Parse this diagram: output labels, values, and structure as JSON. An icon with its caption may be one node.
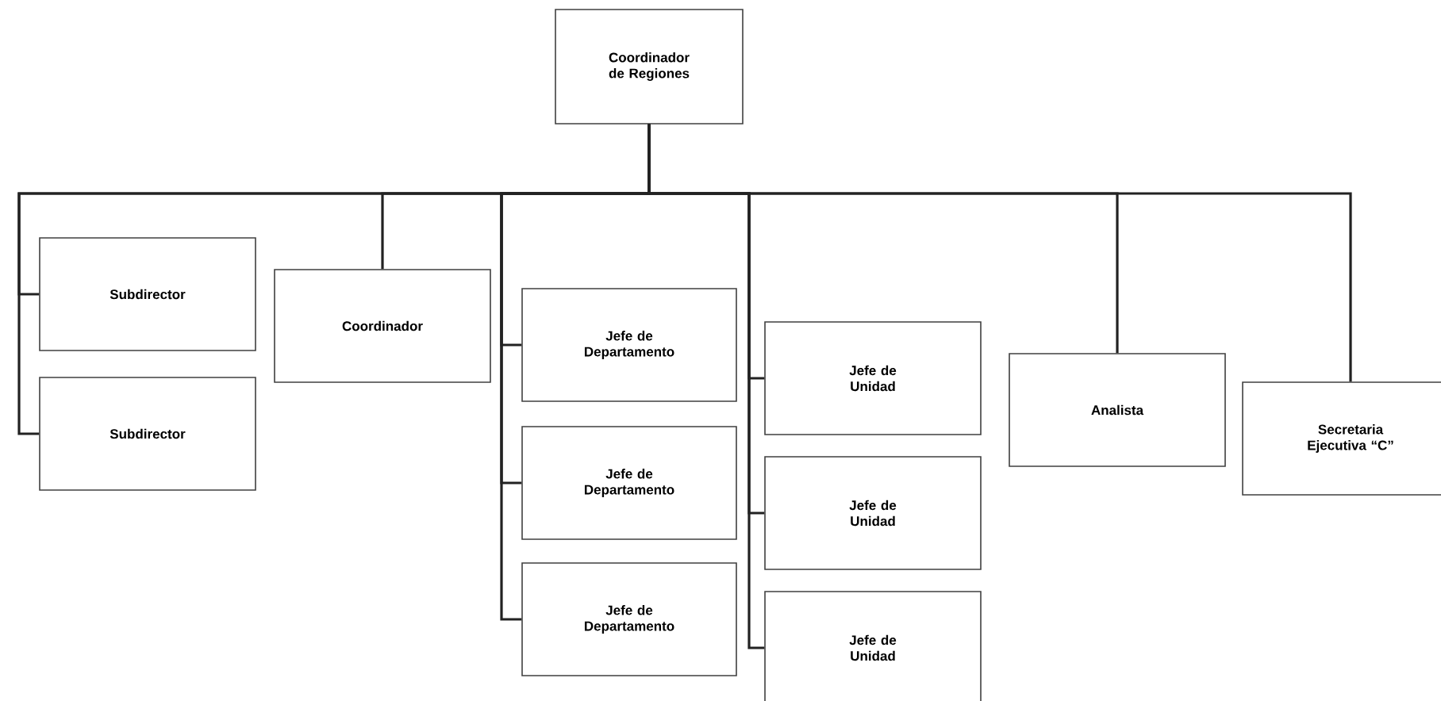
{
  "diagram": {
    "nodes": [
      {
        "text": [
          "Coordinador de Regiones"
        ]
      },
      {
        "text": [
          "Subdirector"
        ]
      },
      {
        "text": [
          "Subdirector"
        ]
      },
      {
        "text": [
          "Coordinador"
        ]
      },
      {
        "text": [
          "Jefe de Departamento"
        ]
      },
      {
        "text": [
          "Jefe de Departamento"
        ]
      },
      {
        "text": [
          "Jefe de Departamento"
        ]
      },
      {
        "text": [
          "Jefe de Unidad"
        ]
      },
      {
        "text": [
          "Jefe de Unidad"
        ]
      },
      {
        "text": [
          "Jefe de Unidad"
        ]
      },
      {
        "text": [
          "Analista"
        ]
      },
      {
        "text": [
          "Secretaria Ejecutiva “C”"
        ]
      }
    ],
    "edges": [
      {
        "from": 0,
        "to": 1,
        "arrow": "none"
      },
      {
        "from": 0,
        "to": 2,
        "arrow": "none"
      },
      {
        "from": 0,
        "to": 3,
        "arrow": "none"
      },
      {
        "from": 0,
        "to": 4,
        "arrow": "none"
      },
      {
        "from": 0,
        "to": 5,
        "arrow": "none"
      },
      {
        "from": 0,
        "to": 6,
        "arrow": "none"
      },
      {
        "from": 0,
        "to": 7,
        "arrow": "none"
      },
      {
        "from": 0,
        "to": 8,
        "arrow": "none"
      },
      {
        "from": 0,
        "to": 9,
        "arrow": "none"
      },
      {
        "from": 0,
        "to": 10,
        "arrow": "none"
      },
      {
        "from": 0,
        "to": 11,
        "arrow": "none"
      }
    ]
  }
}
